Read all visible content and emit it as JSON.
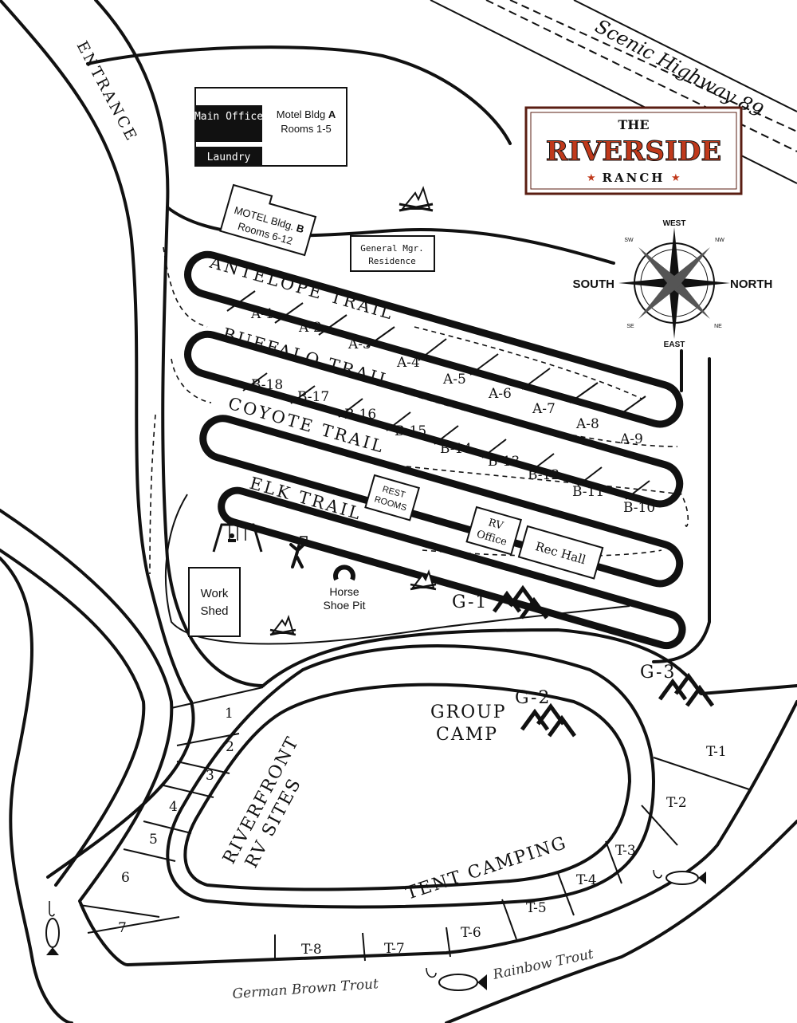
{
  "highway": "Scenic Highway 89",
  "entrance": "ENTRANCE",
  "logo": {
    "line1": "THE",
    "line2": "RIVERSIDE",
    "line3": "RANCH"
  },
  "buildings": {
    "main_office": "Main Office",
    "laundry": "Laundry",
    "motel_a_title": "Motel Bldg",
    "motel_a_letter": "A",
    "motel_a_rooms": "Rooms 1-5",
    "motel_b_title": "MOTEL Bldg.",
    "motel_b_letter": "B",
    "motel_b_rooms": "Rooms 6-12",
    "gm_line1": "General Mgr.",
    "gm_line2": "Residence",
    "rest_line1": "REST",
    "rest_line2": "ROOMS",
    "rv_line1": "RV",
    "rv_line2": "Office",
    "rec_hall": "Rec Hall",
    "work_line1": "Work",
    "work_line2": "Shed",
    "horse_line1": "Horse",
    "horse_line2": "Shoe Pit"
  },
  "compass": {
    "north": "NORTH",
    "south": "SOUTH",
    "east": "EAST",
    "west": "WEST",
    "nw": "NW",
    "ne": "NE",
    "sw": "SW",
    "se": "SE"
  },
  "trails": {
    "antelope": "ANTELOPE TRAIL",
    "buffalo": "BUFFALO TRAIL",
    "coyote": "COYOTE TRAIL",
    "elk": "ELK TRAIL"
  },
  "a_sites": [
    "A-1",
    "A-2",
    "A-3",
    "A-4",
    "A-5",
    "A-6",
    "A-7",
    "A-8",
    "A-9"
  ],
  "b_sites": [
    "B-18",
    "B-17",
    "B-16",
    "B-15",
    "B-14",
    "B-13",
    "B-12",
    "B-11",
    "B-10"
  ],
  "rv_sites": [
    "1",
    "2",
    "3",
    "4",
    "5",
    "6",
    "7"
  ],
  "tent_sites": [
    "T-1",
    "T-2",
    "T-3",
    "T-4",
    "T-5",
    "T-6",
    "T-7",
    "T-8"
  ],
  "groups": {
    "g1": "G-1",
    "g2": "G-2",
    "g3": "G-3"
  },
  "areas": {
    "group_camp_1": "GROUP",
    "group_camp_2": "CAMP",
    "riverfront_1": "RIVERFRONT",
    "riverfront_2": "RV SITES",
    "tent_camping": "TENT CAMPING"
  },
  "fish": {
    "german": "German Brown Trout",
    "rainbow": "Rainbow Trout"
  },
  "colors": {
    "logo_red": "#c0391b",
    "ink": "#111111",
    "logo_border": "#5a1d12"
  }
}
